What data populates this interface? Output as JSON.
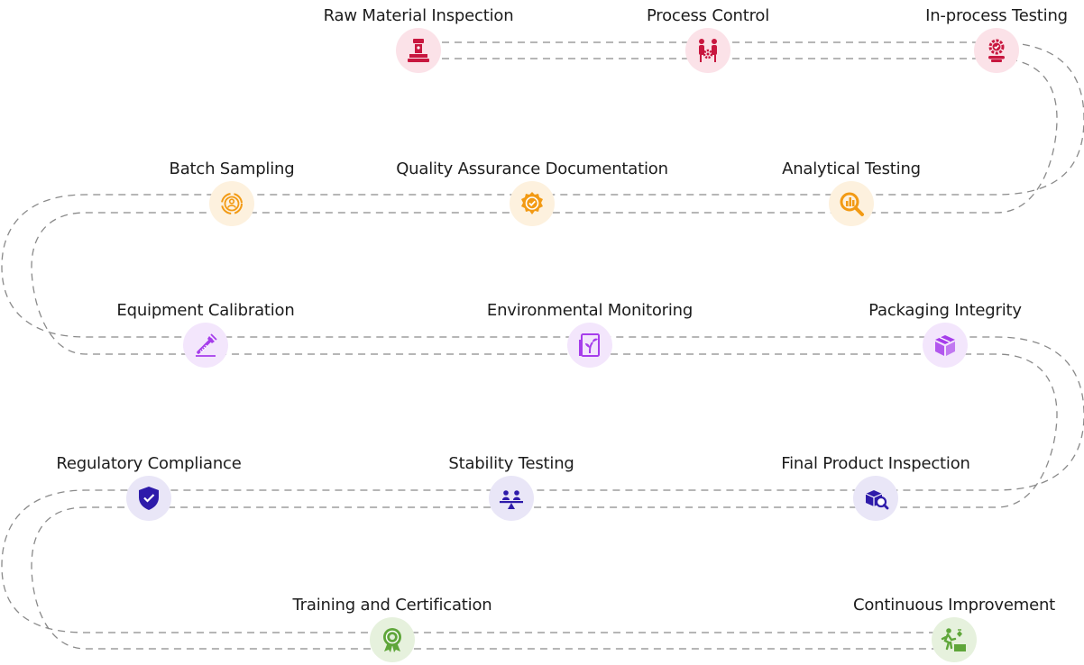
{
  "steps": [
    {
      "label": "Raw Material Inspection",
      "icon": "raw-material-icon",
      "color": "#C8173F",
      "bg": "#FBE2E8"
    },
    {
      "label": "Process Control",
      "icon": "process-control-icon",
      "color": "#C8173F",
      "bg": "#FBE2E8"
    },
    {
      "label": "In-process Testing",
      "icon": "in-process-testing-icon",
      "color": "#C8173F",
      "bg": "#FBE2E8"
    },
    {
      "label": "Analytical Testing",
      "icon": "analytical-testing-icon",
      "color": "#F29A14",
      "bg": "#FDF1DE"
    },
    {
      "label": "Quality Assurance Documentation",
      "icon": "qa-badge-icon",
      "color": "#F29A14",
      "bg": "#FDF1DE"
    },
    {
      "label": "Batch Sampling",
      "icon": "batch-sampling-icon",
      "color": "#F29A14",
      "bg": "#FDF1DE"
    },
    {
      "label": "Equipment Calibration",
      "icon": "calibration-tool-icon",
      "color": "#A63DEB",
      "bg": "#F3E6FC"
    },
    {
      "label": "Environmental Monitoring",
      "icon": "environment-monitor-icon",
      "color": "#A63DEB",
      "bg": "#F3E6FC"
    },
    {
      "label": "Packaging Integrity",
      "icon": "package-box-icon",
      "color": "#A63DEB",
      "bg": "#F3E6FC"
    },
    {
      "label": "Final Product Inspection",
      "icon": "product-inspection-icon",
      "color": "#2E1BAA",
      "bg": "#E9E6F7"
    },
    {
      "label": "Stability Testing",
      "icon": "stability-balance-icon",
      "color": "#2E1BAA",
      "bg": "#E9E6F7"
    },
    {
      "label": "Regulatory Compliance",
      "icon": "shield-check-icon",
      "color": "#2E1BAA",
      "bg": "#E9E6F7"
    },
    {
      "label": "Training and Certification",
      "icon": "award-ribbon-icon",
      "color": "#5FA63A",
      "bg": "#E6F1DD"
    },
    {
      "label": "Continuous Improvement",
      "icon": "improvement-steps-icon",
      "color": "#5FA63A",
      "bg": "#E6F1DD"
    }
  ],
  "path_color": "#8a8a8a"
}
